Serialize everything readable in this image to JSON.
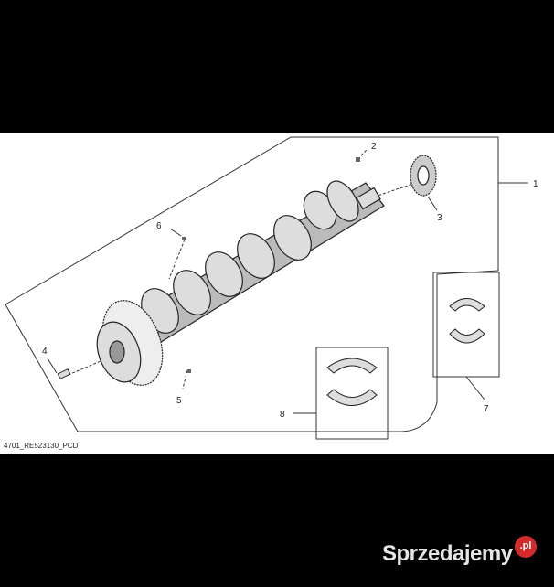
{
  "diagram": {
    "drawing_code": "4701_RE523130_PCD",
    "callouts": [
      "1",
      "2",
      "3",
      "4",
      "5",
      "6",
      "7",
      "8"
    ]
  },
  "watermark": {
    "brand": "Sprzedajemy",
    "tld": ".pl"
  }
}
